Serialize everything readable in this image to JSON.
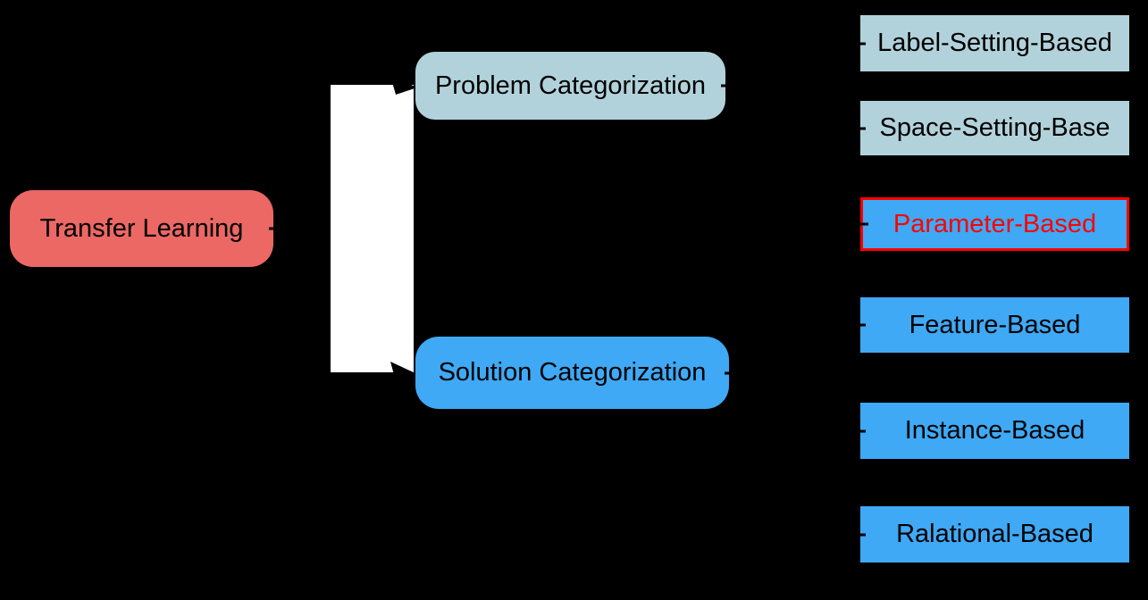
{
  "diagram": {
    "title": "Transfer Learning taxonomy diagram",
    "colors": {
      "background": "#000000",
      "text": "#000000",
      "root_fill": "#EB6864",
      "light_fill": "#B2D2DB",
      "blue_fill": "#3FA9F5",
      "highlight_border": "#FF0000",
      "highlight_text": "#FF0000",
      "connector_fill": "#FFFFFF",
      "arrow_color": "#000000"
    },
    "root": {
      "label": "Transfer Learning"
    },
    "branches": [
      {
        "label": "Problem Categorization"
      },
      {
        "label": "Solution Categorization"
      }
    ],
    "leaves": [
      {
        "label": "Label-Setting-Based",
        "style": "light"
      },
      {
        "label": "Space-Setting-Base",
        "style": "light"
      },
      {
        "label": "Parameter-Based",
        "style": "highlight"
      },
      {
        "label": "Feature-Based",
        "style": "blue"
      },
      {
        "label": "Instance-Based",
        "style": "blue"
      },
      {
        "label": "Ralational-Based",
        "style": "blue"
      }
    ]
  }
}
